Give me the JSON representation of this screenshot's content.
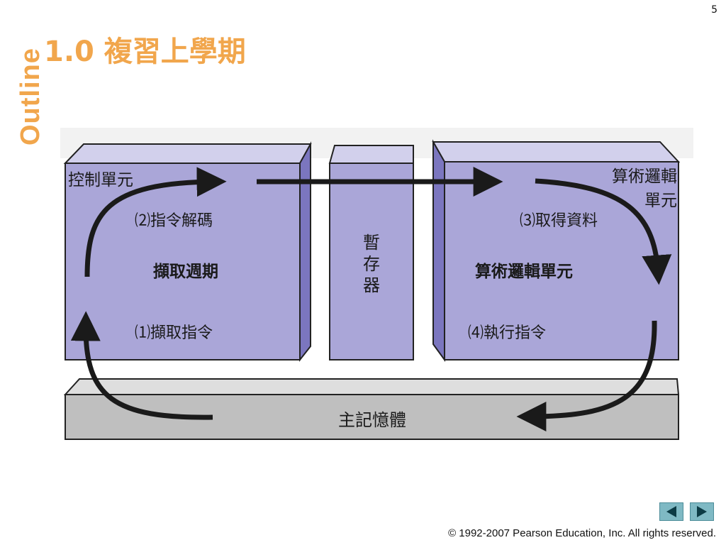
{
  "slide": {
    "page_number": "5",
    "outline_label": "Outline",
    "title": "1.0 複習上學期",
    "copyright": "© 1992-2007 Pearson Education, Inc.  All rights reserved."
  },
  "diagram": {
    "control_unit": "控制單元",
    "step_decode": "⑵指令解碼",
    "fetch_cycle": "擷取週期",
    "step_fetch": "⑴擷取指令",
    "register": "暫存器",
    "alu_label_line1": "算術邏輯",
    "alu_label_line2": "單元",
    "step_get_data": "⑶取得資料",
    "alu_center": "算術邏輯單元",
    "step_execute": "⑷執行指令",
    "main_memory": "主記憶體"
  },
  "nav": {
    "prev_icon": "triangle-left-icon",
    "next_icon": "triangle-right-icon"
  },
  "colors": {
    "title": "#f1a64c",
    "box_front": "#aaa6d8",
    "box_top": "#cfcdea",
    "box_side": "#7d77c0",
    "memory": "#bdbdbd",
    "nav": "#7fb9c4"
  }
}
